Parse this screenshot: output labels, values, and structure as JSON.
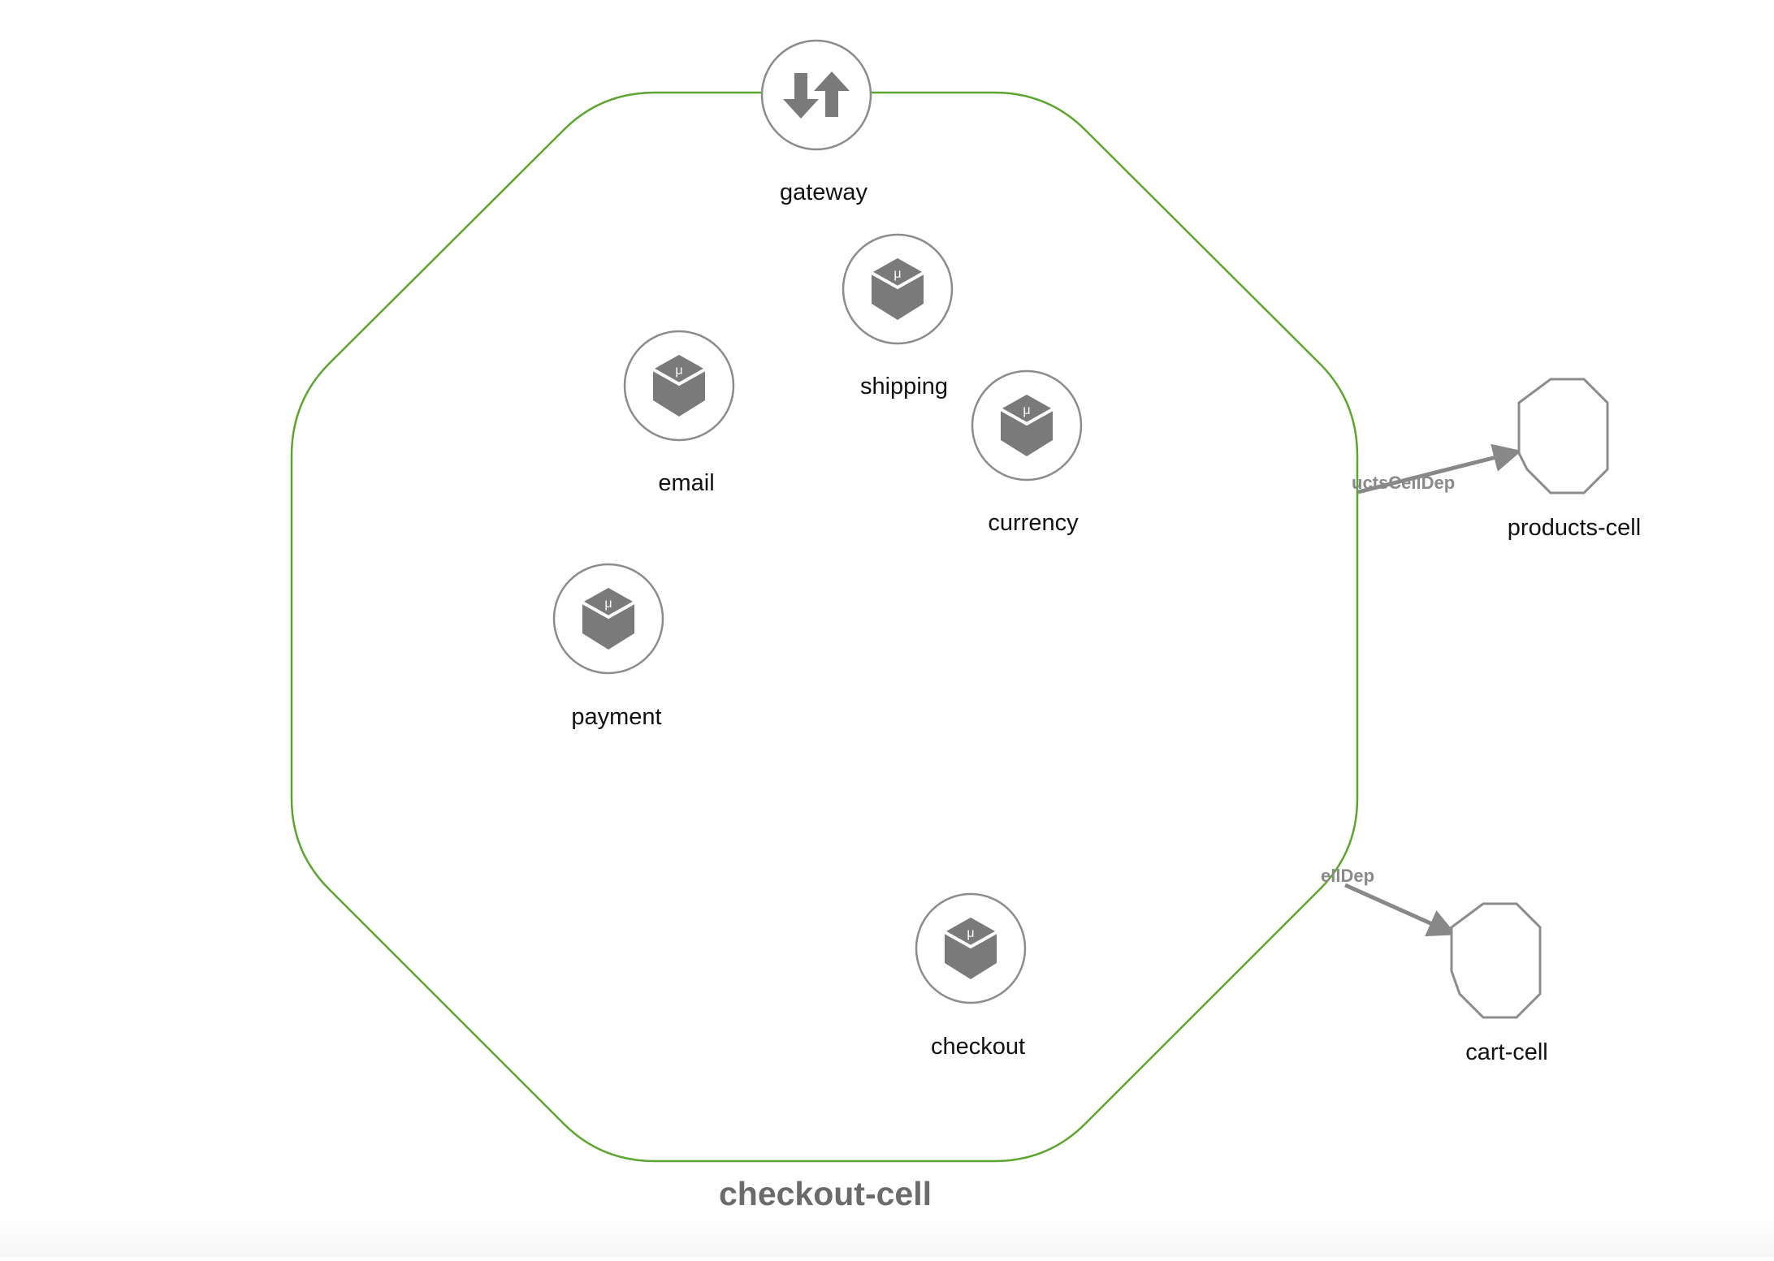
{
  "diagram": {
    "cell": {
      "name": "checkout-cell",
      "border_color": "#5ca52e"
    },
    "gateway": {
      "label": "gateway",
      "icon": "gateway-arrows-icon"
    },
    "components": [
      {
        "id": "shipping",
        "label": "shipping",
        "icon": "microservice-cube-icon",
        "glyph": "μ"
      },
      {
        "id": "email",
        "label": "email",
        "icon": "microservice-cube-icon",
        "glyph": "μ"
      },
      {
        "id": "currency",
        "label": "currency",
        "icon": "microservice-cube-icon",
        "glyph": "μ"
      },
      {
        "id": "payment",
        "label": "payment",
        "icon": "microservice-cube-icon",
        "glyph": "μ"
      },
      {
        "id": "checkout",
        "label": "checkout",
        "icon": "microservice-cube-icon",
        "glyph": "μ"
      }
    ],
    "external_cells": [
      {
        "id": "products-cell",
        "label": "products-cell"
      },
      {
        "id": "cart-cell",
        "label": "cart-cell"
      }
    ],
    "edges": [
      {
        "from": "checkout-cell",
        "to": "products-cell",
        "label": "uctsCellDep"
      },
      {
        "from": "checkout-cell",
        "to": "cart-cell",
        "label": "ellDep"
      }
    ],
    "colors": {
      "node_stroke": "#8c8c8c",
      "icon_fill": "#7a7a7a",
      "edge": "#888888"
    }
  }
}
